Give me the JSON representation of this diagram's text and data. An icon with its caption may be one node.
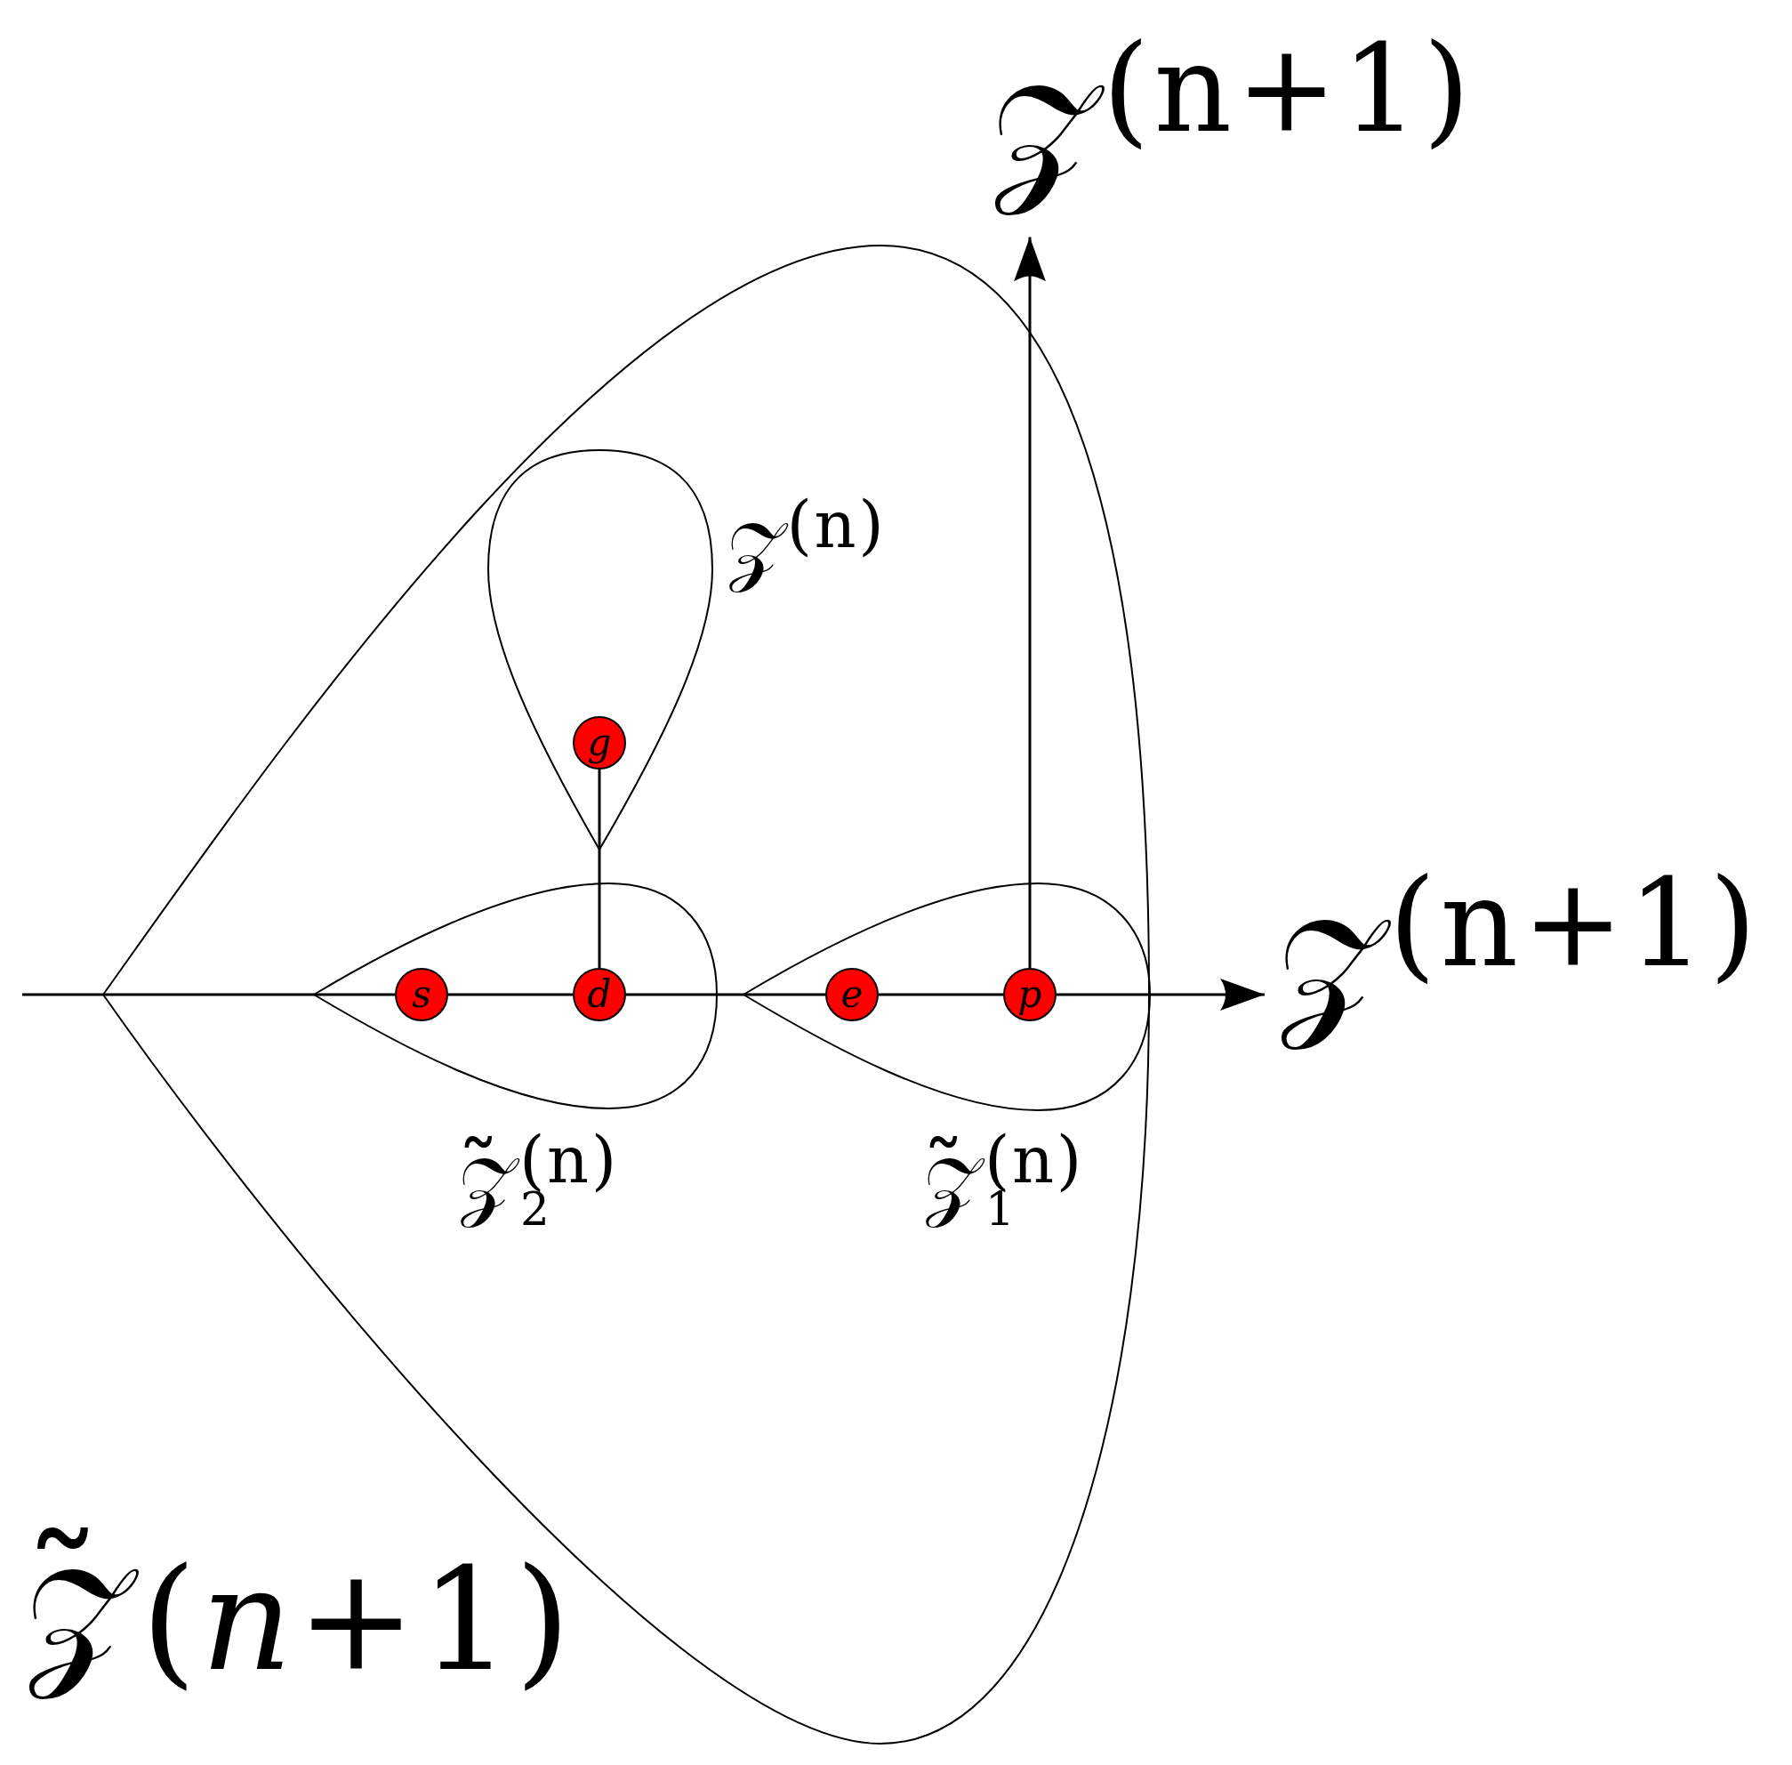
{
  "diagram": {
    "nodes": [
      {
        "text": [
          "𝒵$^{(n+1)}$"
        ]
      },
      {
        "text": [
          "𝒵̃(*n*+1)"
        ]
      },
      {
        "text": [
          "𝒵$^{(n)}$"
        ],
        "in": 1
      },
      {
        "text": [
          "g"
        ],
        "in": 2
      },
      {
        "text": [
          "𝒵̃$_{2}$$^{(n)}$"
        ],
        "in": 1
      },
      {
        "text": [
          "s"
        ],
        "in": 4
      },
      {
        "text": [
          "d"
        ],
        "in": 4
      },
      {
        "text": [
          "𝒵̃$_{1}$$^{(n)}$"
        ],
        "in": 1
      },
      {
        "text": [
          "e"
        ],
        "in": 7
      },
      {
        "text": [
          "p"
        ],
        "in": 7
      },
      {
        "text": [
          "𝒵$^{(n+1)}$"
        ]
      }
    ],
    "edges": [
      {
        "from": null,
        "to": 5,
        "arrow": "none"
      },
      {
        "from": 5,
        "to": 6,
        "arrow": "none"
      },
      {
        "from": 6,
        "to": 3,
        "arrow": "none"
      },
      {
        "from": 6,
        "to": 8,
        "arrow": "none"
      },
      {
        "from": 8,
        "to": 9,
        "arrow": "none"
      },
      {
        "from": 9,
        "to": 10,
        "arrow": "to"
      },
      {
        "from": 9,
        "to": 0,
        "arrow": "to"
      }
    ]
  }
}
